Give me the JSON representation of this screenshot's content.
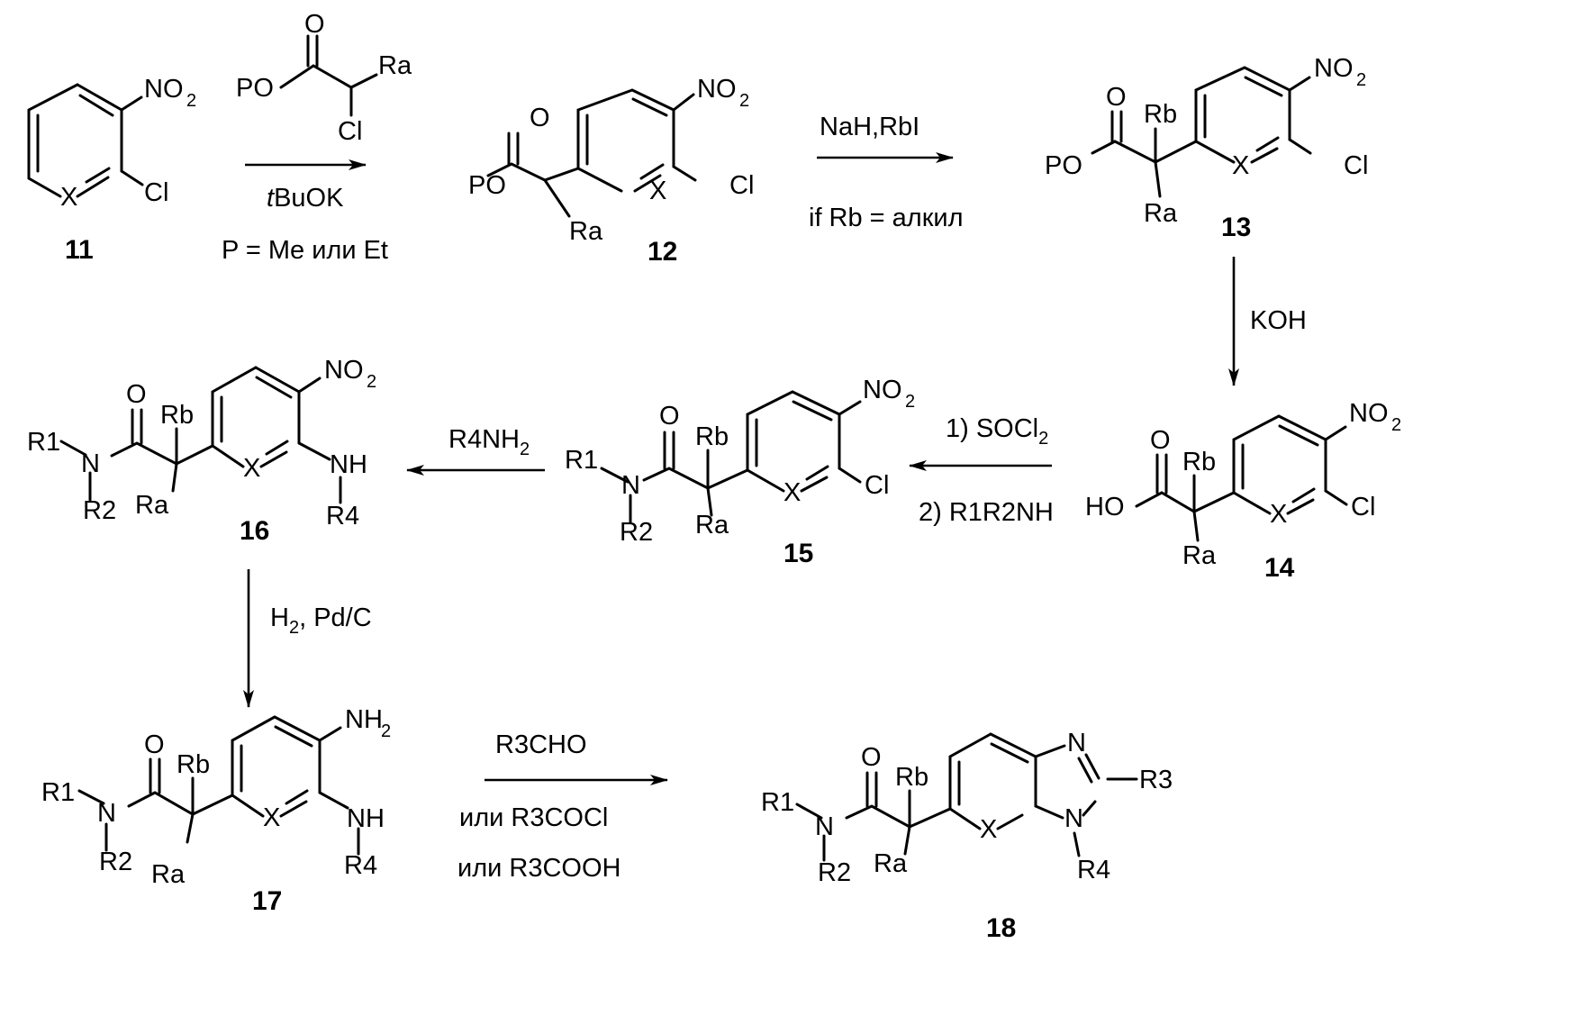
{
  "compounds": {
    "c11": "11",
    "c12": "12",
    "c13": "13",
    "c14": "14",
    "c15": "15",
    "c16": "16",
    "c17": "17",
    "c18": "18"
  },
  "atoms": {
    "no2": "NO",
    "two": "2",
    "cl": "Cl",
    "x": "X",
    "po": "PO",
    "o": "O",
    "ra": "Ra",
    "rb": "Rb",
    "ho": "HO",
    "r1": "R1",
    "r2": "R2",
    "n": "N",
    "nh": "NH",
    "r4": "R4",
    "nh2": "NH",
    "r3": "R3"
  },
  "reagents": {
    "step1_below": "BuOK",
    "step1_italic": "t",
    "step1_note": "P = Me или  Et",
    "step2_above": "NaH,RbI",
    "step2_below": "if Rb = алкил",
    "step3": "KOH",
    "step4_a": "1) SOCl",
    "step4_a_sub": "2",
    "step4_b": "2) R1R2NH",
    "step5": "R4NH",
    "step5_sub": "2",
    "step6": "H",
    "step6_sub": "2",
    "step6_rest": ", Pd/C",
    "step7_a": "R3CHO",
    "step7_b": "или R3COCl",
    "step7_c": "или R3COOH"
  }
}
